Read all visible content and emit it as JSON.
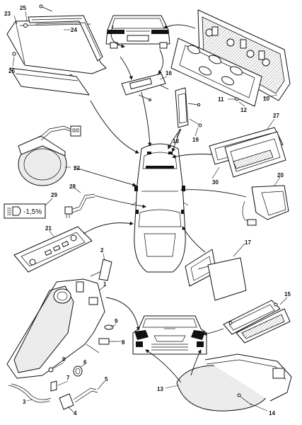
{
  "diagram": {
    "callouts": {
      "c1": "1",
      "c2": "2",
      "c3": "3",
      "c4": "4",
      "c5": "5",
      "c6": "6",
      "c7": "7",
      "c8": "8",
      "c9a": "9",
      "c9b": "9",
      "c10": "10",
      "c11": "11",
      "c12": "12",
      "c13": "13",
      "c14": "14",
      "c15": "15",
      "c16": "16",
      "c17": "17",
      "c18": "18",
      "c19": "19",
      "c20": "20",
      "c21": "21",
      "c22": "22",
      "c23": "23",
      "c24": "24",
      "c25": "25",
      "c26": "26",
      "c27": "27",
      "c28": "28",
      "c29": "29",
      "c30": "30"
    },
    "headlamp_level_label": "-1,5%"
  }
}
